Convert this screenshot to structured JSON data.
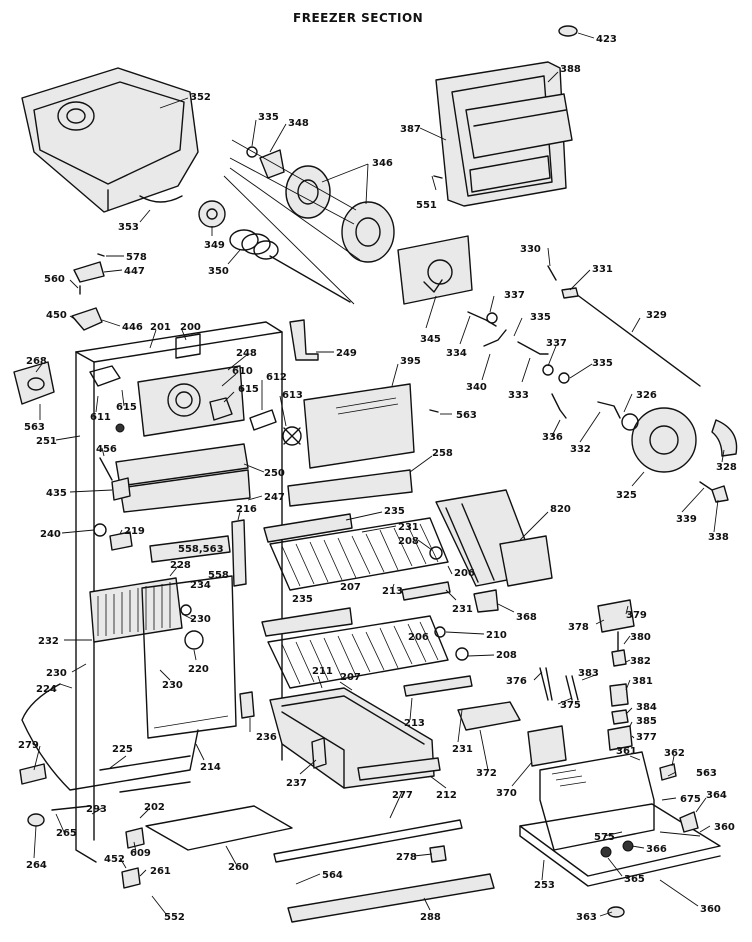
{
  "title": "FREEZER SECTION",
  "callouts": [
    "423",
    "388",
    "387",
    "551",
    "352",
    "335",
    "348",
    "346",
    "349",
    "353",
    "350",
    "578",
    "447",
    "560",
    "450",
    "446",
    "201",
    "200",
    "249",
    "345",
    "330",
    "331",
    "337",
    "329",
    "334",
    "335b",
    "268",
    "248",
    "610",
    "615",
    "612",
    "613",
    "395",
    "563",
    "340",
    "333",
    "337b",
    "335c",
    "326",
    "563b",
    "611",
    "615b",
    "251",
    "456",
    "250",
    "258",
    "336",
    "332",
    "325",
    "328",
    "435",
    "247",
    "216",
    "235",
    "820",
    "339",
    "338",
    "240",
    "219",
    "231",
    "208",
    "558,563",
    "228",
    "558",
    "234",
    "206",
    "207",
    "213",
    "231b",
    "368",
    "378",
    "379",
    "230",
    "235b",
    "210",
    "380",
    "232",
    "220",
    "206b",
    "208b",
    "382",
    "230b",
    "381",
    "230c",
    "224",
    "211",
    "207b",
    "383",
    "376",
    "375",
    "384",
    "385",
    "213b",
    "377",
    "236",
    "231c",
    "361",
    "372",
    "362",
    "563c",
    "279",
    "225",
    "237",
    "212",
    "370",
    "675",
    "364",
    "214",
    "277",
    "293",
    "202",
    "265",
    "575",
    "366",
    "360",
    "264",
    "452",
    "609",
    "278",
    "261",
    "260",
    "253",
    "365",
    "564",
    "552",
    "288",
    "363",
    "360b"
  ],
  "labels": {
    "423": "423",
    "388": "388",
    "387": "387",
    "551": "551",
    "352": "352",
    "335": "335",
    "348": "348",
    "346": "346",
    "349": "349",
    "353": "353",
    "350": "350",
    "578": "578",
    "447": "447",
    "560": "560",
    "450": "450",
    "446": "446",
    "201": "201",
    "200": "200",
    "249": "249",
    "345": "345",
    "330": "330",
    "331": "331",
    "337": "337",
    "329": "329",
    "334": "334",
    "335b": "335",
    "268": "268",
    "248": "248",
    "610": "610",
    "615": "615",
    "612": "612",
    "613": "613",
    "395": "395",
    "563": "563",
    "340": "340",
    "333": "333",
    "337b": "337",
    "335c": "335",
    "326": "326",
    "563b": "563",
    "611": "611",
    "615b": "615",
    "251": "251",
    "456": "456",
    "250": "250",
    "258": "258",
    "336": "336",
    "332": "332",
    "325": "325",
    "328": "328",
    "435": "435",
    "247": "247",
    "216": "216",
    "235": "235",
    "820": "820",
    "339": "339",
    "338": "338",
    "240": "240",
    "219": "219",
    "231": "231",
    "208": "208",
    "558,563": "558,563",
    "228": "228",
    "558": "558",
    "234": "234",
    "206": "206",
    "207": "207",
    "213": "213",
    "231b": "231",
    "368": "368",
    "378": "378",
    "379": "379",
    "230": "230",
    "235b": "235",
    "210": "210",
    "380": "380",
    "232": "232",
    "220": "220",
    "206b": "206",
    "208b": "208",
    "382": "382",
    "230b": "230",
    "381": "381",
    "230c": "230",
    "224": "224",
    "211": "211",
    "207b": "207",
    "383": "383",
    "376": "376",
    "375": "375",
    "384": "384",
    "385": "385",
    "213b": "213",
    "377": "377",
    "236": "236",
    "231c": "231",
    "361": "361",
    "372": "372",
    "362": "362",
    "563c": "563",
    "279": "279",
    "225": "225",
    "237": "237",
    "212": "212",
    "370": "370",
    "675": "675",
    "364": "364",
    "214": "214",
    "277": "277",
    "293": "293",
    "202": "202",
    "265": "265",
    "575": "575",
    "366": "366",
    "360": "360",
    "264": "264",
    "452": "452",
    "609": "609",
    "278": "278",
    "261": "261",
    "260": "260",
    "253": "253",
    "365": "365",
    "564": "564",
    "552": "552",
    "288": "288",
    "363": "363",
    "360b": "360"
  }
}
